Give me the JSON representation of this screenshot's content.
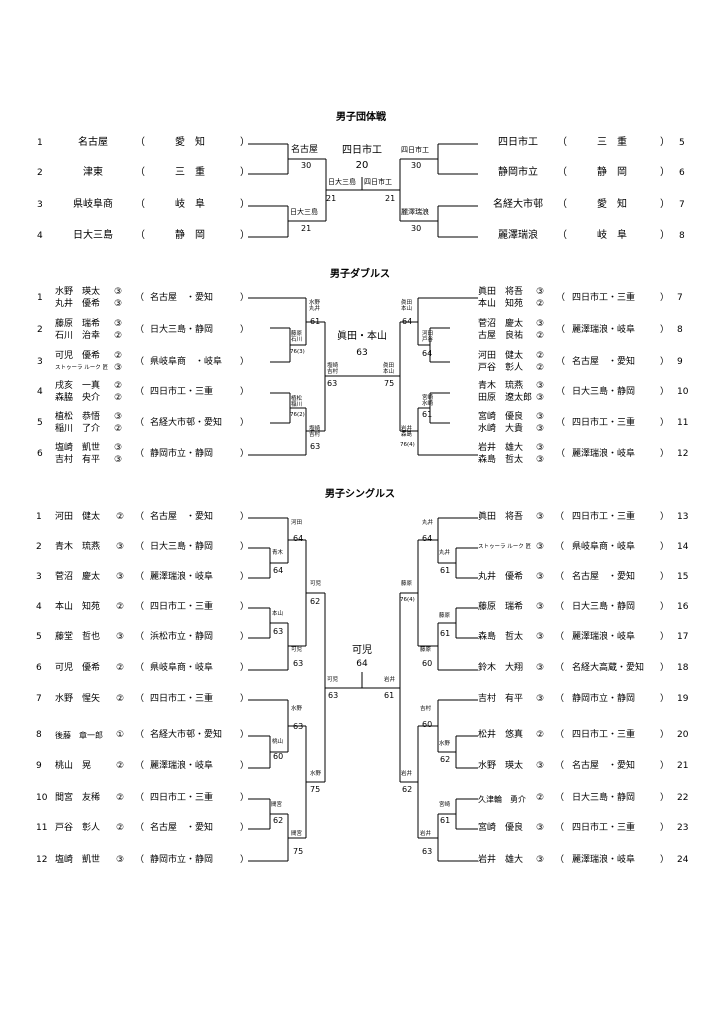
{
  "team": {
    "title": "男子団体戦",
    "left": [
      {
        "no": "1",
        "school": "名古屋",
        "pref": "愛　知"
      },
      {
        "no": "2",
        "school": "津東",
        "pref": "三　重"
      },
      {
        "no": "3",
        "school": "県岐阜商",
        "pref": "岐　阜"
      },
      {
        "no": "4",
        "school": "日大三島",
        "pref": "静　岡"
      }
    ],
    "right": [
      {
        "no": "5",
        "school": "四日市工",
        "pref": "三　重"
      },
      {
        "no": "6",
        "school": "静岡市立",
        "pref": "静　岡"
      },
      {
        "no": "7",
        "school": "名経大市邨",
        "pref": "愛　知"
      },
      {
        "no": "8",
        "school": "麗澤瑞浪",
        "pref": "岐　阜"
      }
    ],
    "r1": {
      "w1": "名古屋",
      "s1": "30",
      "w2": "日大三島",
      "s2": "21",
      "w3": "四日市工",
      "s3": "30",
      "w4": "麗澤瑞浪",
      "s4": "30"
    },
    "sf": {
      "l": "日大三島",
      "ls": "21",
      "r": "四日市工",
      "rs": "21"
    },
    "champion": "四日市工",
    "final_score": "20"
  },
  "doubles": {
    "title": "男子ダブルス",
    "left": [
      {
        "no": "1",
        "p1": "水野　瑛太",
        "g1": "③",
        "p2": "丸井　優希",
        "g2": "③",
        "team": "名古屋　・愛知"
      },
      {
        "no": "2",
        "p1": "藤原　瑞希",
        "g1": "③",
        "p2": "石川　治幸",
        "g2": "②",
        "team": "日大三島・静岡"
      },
      {
        "no": "3",
        "p1": "可児　優希",
        "g1": "②",
        "p2": "ストゥーラ ルーク 匠",
        "g2": "③",
        "team": "県岐阜商　・岐阜"
      },
      {
        "no": "4",
        "p1": "戌亥　一真",
        "g1": "②",
        "p2": "森脇　央介",
        "g2": "②",
        "team": "四日市工・三重"
      },
      {
        "no": "5",
        "p1": "植松　恭悟",
        "g1": "③",
        "p2": "稲川　了介",
        "g2": "②",
        "team": "名経大市邨・愛知"
      },
      {
        "no": "6",
        "p1": "塩崎　凱世",
        "g1": "③",
        "p2": "吉村　有平",
        "g2": "③",
        "team": "静岡市立・静岡"
      }
    ],
    "right": [
      {
        "no": "7",
        "p1": "眞田　将吾",
        "g1": "③",
        "p2": "本山　知苑",
        "g2": "②",
        "team": "四日市工・三重"
      },
      {
        "no": "8",
        "p1": "菅沼　慶太",
        "g1": "③",
        "p2": "古屋　良祐",
        "g2": "②",
        "team": "麗澤瑞浪・岐阜"
      },
      {
        "no": "9",
        "p1": "河田　健太",
        "g1": "②",
        "p2": "戸谷　彰人",
        "g2": "②",
        "team": "名古屋　・愛知"
      },
      {
        "no": "10",
        "p1": "青木　琉燕",
        "g1": "③",
        "p2": "田原　遼太郎",
        "g2": "③",
        "team": "日大三島・静岡"
      },
      {
        "no": "11",
        "p1": "宮崎　優良",
        "g1": "③",
        "p2": "水崎　大貴",
        "g2": "③",
        "team": "四日市工・三重"
      },
      {
        "no": "12",
        "p1": "岩井　雄大",
        "g1": "③",
        "p2": "森島　哲太",
        "g2": "③",
        "team": "麗澤瑞浪・岐阜"
      }
    ],
    "marks": {
      "lw1a": "水野",
      "lw1b": "丸井",
      "ls1": "61",
      "lw2a": "藤原",
      "lw2b": "石川",
      "ls2": "76(3)",
      "lw3a": "植松",
      "lw3b": "稲川",
      "ls3": "76(2)",
      "lw4a": "塩崎",
      "lw4b": "吉村",
      "ls4": "63",
      "lsfa": "塩崎",
      "lsfb": "吉村",
      "lsfs": "63",
      "rw1a": "眞田",
      "rw1b": "本山",
      "rs1": "64",
      "rw2a": "河田",
      "rw2b": "戸谷",
      "rs2": "64",
      "rw3a": "宮崎",
      "rw3b": "水崎",
      "rs3": "61",
      "rw4a": "岩井",
      "rw4b": "森島",
      "rs4": "76(4)",
      "rsfa": "眞田",
      "rsfb": "本山",
      "rsfs": "75"
    },
    "champion": "眞田・本山",
    "final_score": "63"
  },
  "singles": {
    "title": "男子シングルス",
    "left": [
      {
        "no": "1",
        "name": "河田　健太",
        "g": "②",
        "team": "名古屋　・愛知"
      },
      {
        "no": "2",
        "name": "青木　琉燕",
        "g": "③",
        "team": "日大三島・静岡"
      },
      {
        "no": "3",
        "name": "菅沼　慶太",
        "g": "③",
        "team": "麗澤瑞浪・岐阜"
      },
      {
        "no": "4",
        "name": "本山　知苑",
        "g": "②",
        "team": "四日市工・三重"
      },
      {
        "no": "5",
        "name": "藤堂　哲也",
        "g": "③",
        "team": "浜松市立・静岡"
      },
      {
        "no": "6",
        "name": "可児　優希",
        "g": "②",
        "team": "県岐阜商・岐阜"
      },
      {
        "no": "7",
        "name": "水野　惺矢",
        "g": "②",
        "team": "四日市工・三重"
      },
      {
        "no": "8",
        "name": "後藤　章一郎",
        "g": "①",
        "team": "名経大市邨・愛知"
      },
      {
        "no": "9",
        "name": "桃山　晃",
        "g": "②",
        "team": "麗澤瑞浪・岐阜"
      },
      {
        "no": "10",
        "name": "間宮　友稀",
        "g": "②",
        "team": "四日市工・三重"
      },
      {
        "no": "11",
        "name": "戸谷　彰人",
        "g": "②",
        "team": "名古屋　・愛知"
      },
      {
        "no": "12",
        "name": "塩崎　凱世",
        "g": "③",
        "team": "静岡市立・静岡"
      }
    ],
    "right": [
      {
        "no": "13",
        "name": "眞田　将吾",
        "g": "③",
        "team": "四日市工・三重"
      },
      {
        "no": "14",
        "name": "ストゥーラ ルーク 匠",
        "g": "③",
        "team": "県岐阜商・岐阜"
      },
      {
        "no": "15",
        "name": "丸井　優希",
        "g": "③",
        "team": "名古屋　・愛知"
      },
      {
        "no": "16",
        "name": "藤原　瑞希",
        "g": "③",
        "team": "日大三島・静岡"
      },
      {
        "no": "17",
        "name": "森島　哲太",
        "g": "③",
        "team": "麗澤瑞浪・岐阜"
      },
      {
        "no": "18",
        "name": "鈴木　大翔",
        "g": "③",
        "team": "名経大高蔵・愛知"
      },
      {
        "no": "19",
        "name": "吉村　有平",
        "g": "③",
        "team": "静岡市立・静岡"
      },
      {
        "no": "20",
        "name": "松井　悠真",
        "g": "②",
        "team": "四日市工・三重"
      },
      {
        "no": "21",
        "name": "水野　瑛太",
        "g": "③",
        "team": "名古屋　・愛知"
      },
      {
        "no": "22",
        "name": "久津輪　勇介",
        "g": "②",
        "team": "日大三島・静岡"
      },
      {
        "no": "23",
        "name": "宮崎　優良",
        "g": "③",
        "team": "四日市工・三重"
      },
      {
        "no": "24",
        "name": "岩井　雄大",
        "g": "③",
        "team": "麗澤瑞浪・岐阜"
      }
    ],
    "marks": {
      "l_a": "河田",
      "l_as": "64",
      "l_b": "青木",
      "l_bs": "64",
      "l_c": "可児",
      "l_cs": "62",
      "l_d": "本山",
      "l_ds": "63",
      "l_e": "可児",
      "l_es": "63",
      "l_f": "水野",
      "l_fs": "63",
      "l_g": "桃山",
      "l_gs": "60",
      "l_h": "水野",
      "l_hs": "75",
      "l_i": "間宮",
      "l_is": "62",
      "l_j": "間宮",
      "l_js": "75",
      "l_sf": "可児",
      "l_sfs": "63",
      "r_a": "丸井",
      "r_as": "64",
      "r_b": "丸井",
      "r_bs": "61",
      "r_c": "藤原",
      "r_cs": "76(4)",
      "r_d": "藤原",
      "r_ds": "61",
      "r_e": "藤原",
      "r_es": "60",
      "r_f": "吉村",
      "r_fs": "60",
      "r_g": "水野",
      "r_gs": "62",
      "r_h": "岩井",
      "r_hs": "62",
      "r_i": "宮崎",
      "r_is": "61",
      "r_j": "岩井",
      "r_js": "63",
      "r_sf": "岩井",
      "r_sfs": "61"
    },
    "champion": "可児",
    "final_score": "64"
  }
}
